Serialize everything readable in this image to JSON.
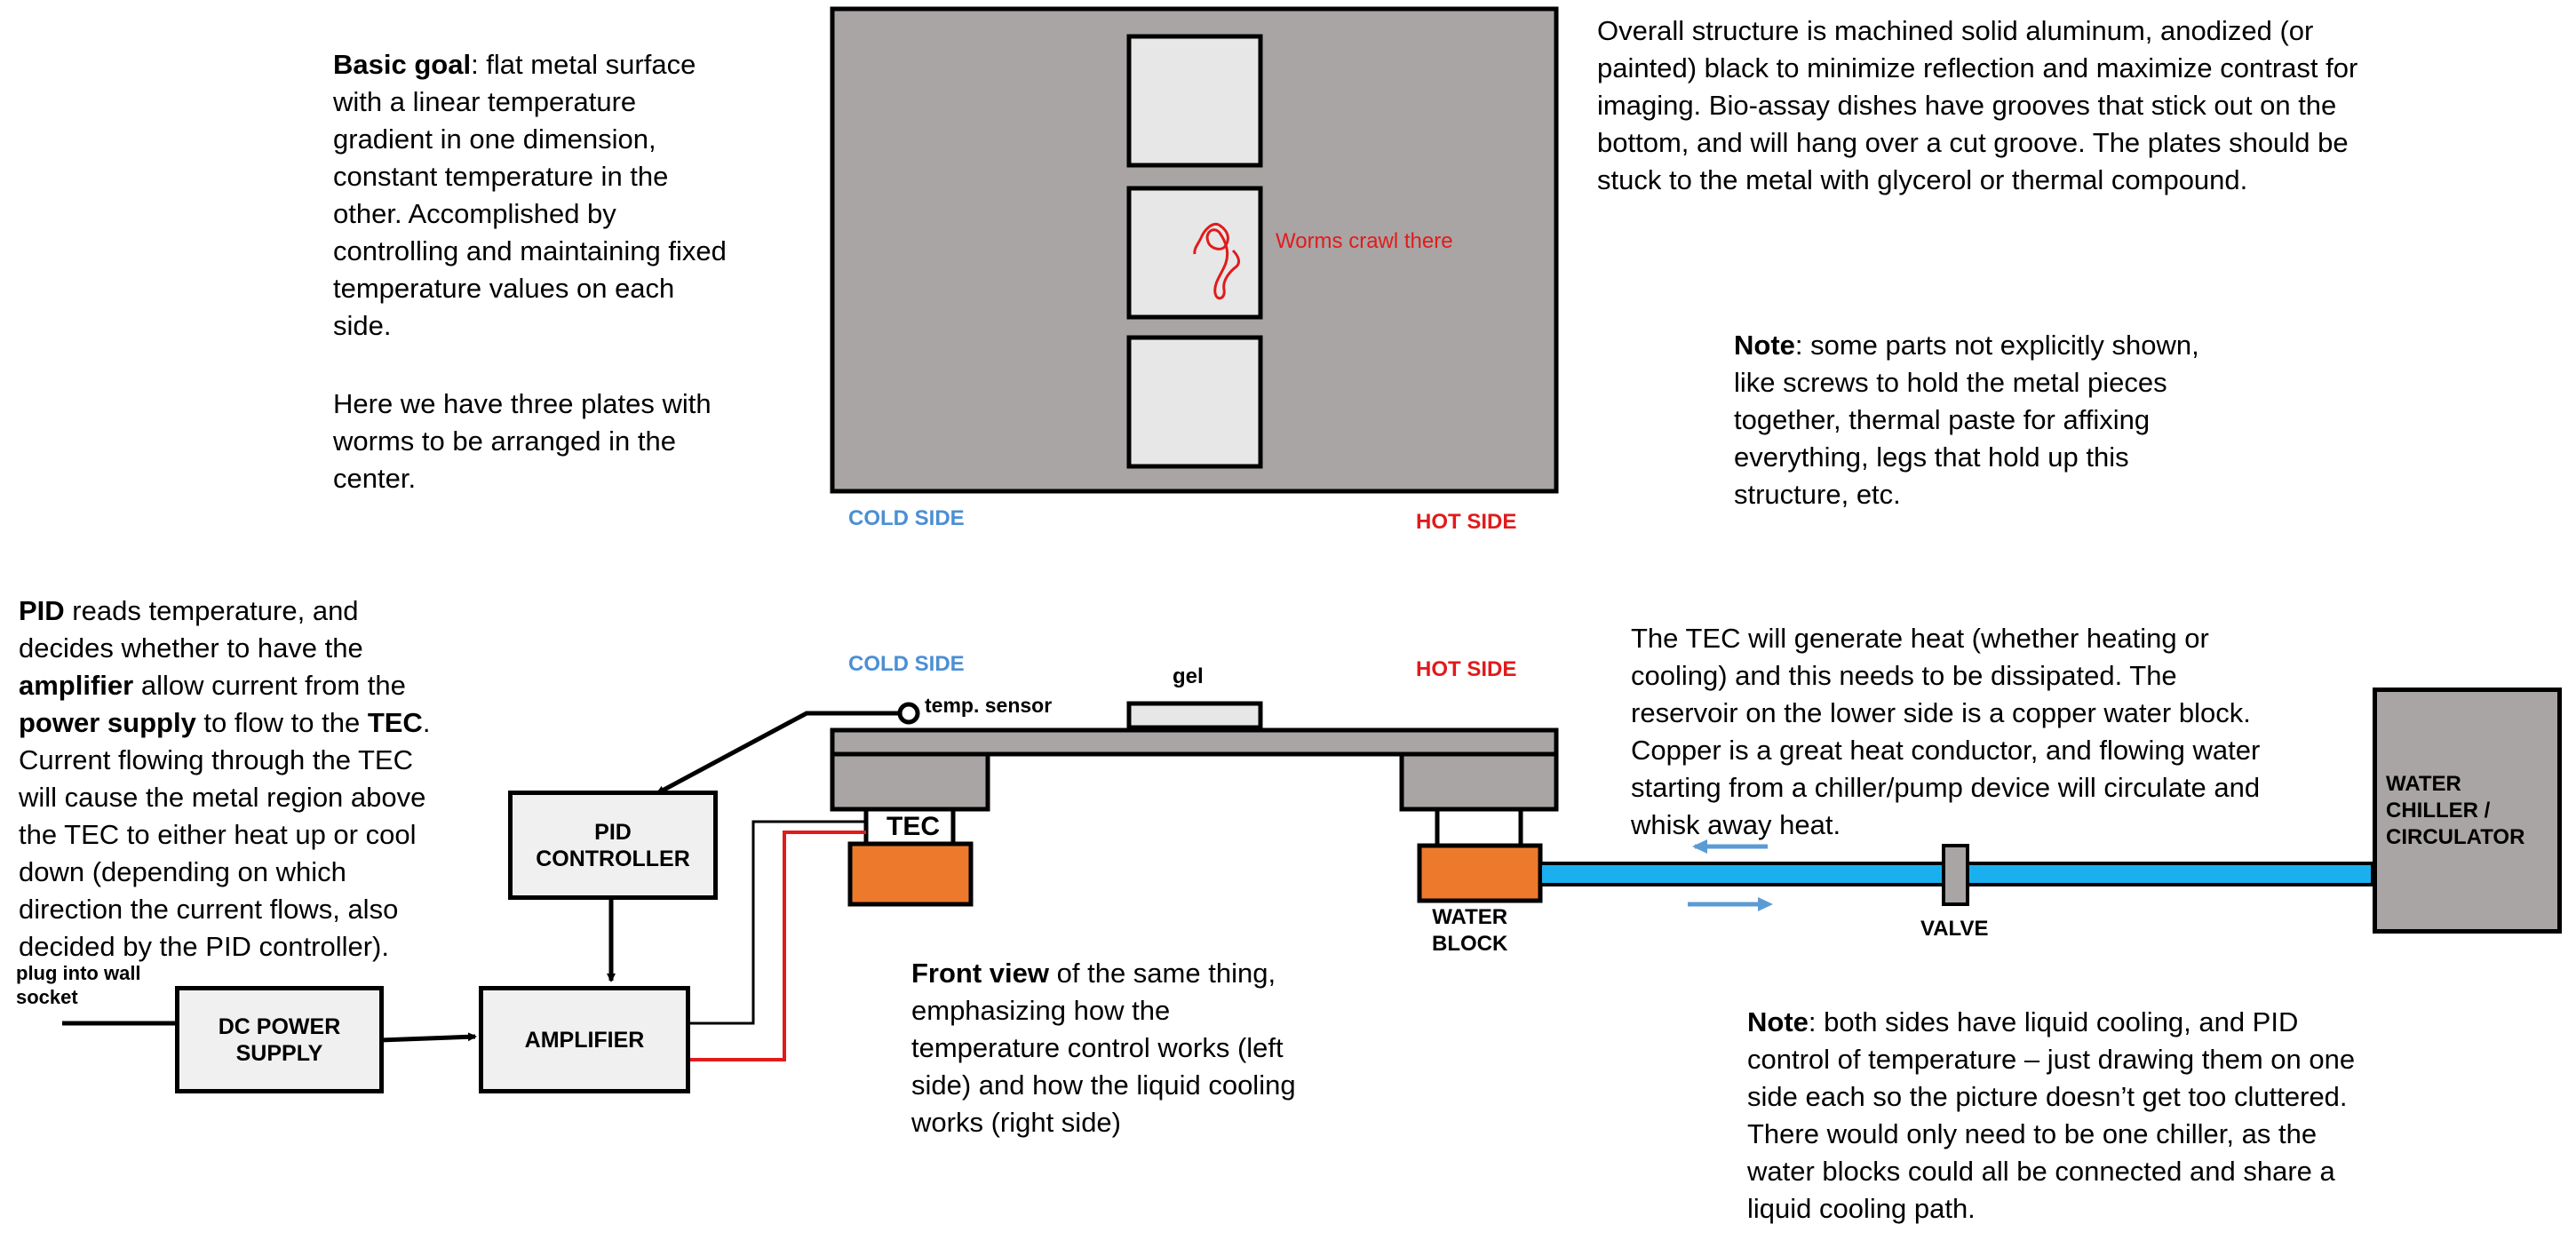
{
  "colors": {
    "cold": "#4b8fd4",
    "hot": "#e11b1b",
    "metal": "#a9a5a5",
    "plate": "#e7e7e7",
    "water_block": "#ed7a2c",
    "tube": "#1ab0ef",
    "arrow": "#5b9bd5",
    "box": "#f0f0f0"
  },
  "top_view": {
    "goal_heading": "Basic goal",
    "goal_lines": [
      ": flat metal surface",
      "with a linear temperature",
      "gradient in one dimension,",
      "constant temperature in the",
      "other.  Accomplished by",
      "controlling and maintaining fixed",
      "temperature values on each",
      "side."
    ],
    "plates_lines": [
      "Here we have three plates with",
      "worms to be arranged in the",
      "center."
    ],
    "worm_label": "Worms crawl there",
    "cold_label": "COLD SIDE",
    "hot_label": "HOT SIDE",
    "structure_lines": [
      "Overall structure is machined solid aluminum, anodized (or",
      "painted) black to minimize reflection and maximize contrast for",
      "imaging. Bio-assay dishes have grooves that stick out on the",
      "bottom, and will hang over a cut groove. The plates should be",
      "stuck to the metal with glycerol or thermal compound."
    ],
    "note_heading": "Note",
    "note_lines": [
      ": some parts not explicitly shown,",
      "like screws to hold the metal pieces",
      "together, thermal paste for affixing",
      "everything, legs that hold up this",
      "structure, etc."
    ]
  },
  "pid_text": {
    "l1_b": "PID",
    "l1": " reads temperature, and",
    "l2": "decides whether to have the",
    "l3_b": "amplifier",
    "l3": " allow current from the",
    "l4_b": "power supply",
    "l4": " to flow to the ",
    "l4_b2": "TEC",
    "l4_end": ".",
    "rest": [
      "Current flowing through the TEC",
      "will cause the metal region above",
      "the TEC to either heat up or cool",
      "down (depending on which",
      "direction the current flows, also",
      "decided by the PID controller)."
    ]
  },
  "front_view": {
    "cold_label": "COLD SIDE",
    "hot_label": "HOT SIDE",
    "gel_label": "gel",
    "temp_sensor_label": "temp. sensor",
    "tec_label": "TEC",
    "water_block_label": "WATER\nBLOCK",
    "valve_label": "VALVE",
    "chiller_label": "WATER\nCHILLER /\nCIRCULATOR",
    "pid_box_label": "PID\nCONTROLLER",
    "dc_box_label": "DC POWER\nSUPPLY",
    "amp_box_label": "AMPLIFIER",
    "plug_label": "plug into wall\nsocket",
    "front_heading": "Front view",
    "front_lines": [
      " of the same thing,",
      "emphasizing how the",
      "temperature control works (left",
      "side) and how the liquid cooling",
      "works (right side)"
    ],
    "tec_heat_lines": [
      "The TEC will generate heat (whether heating or",
      "cooling) and this needs to be dissipated.  The",
      "reservoir on the lower side is a copper water block.",
      "Copper is a great heat conductor, and flowing water",
      "starting from a chiller/pump device will circulate and",
      "whisk away heat."
    ],
    "note2_heading": "Note",
    "note2_lines": [
      ": both sides have liquid cooling, and PID",
      "control of temperature – just drawing them on one",
      "side each so the picture doesn’t get too cluttered.",
      "There would only need to be one chiller, as the",
      "water blocks could all be connected and share a",
      "liquid cooling path."
    ]
  }
}
